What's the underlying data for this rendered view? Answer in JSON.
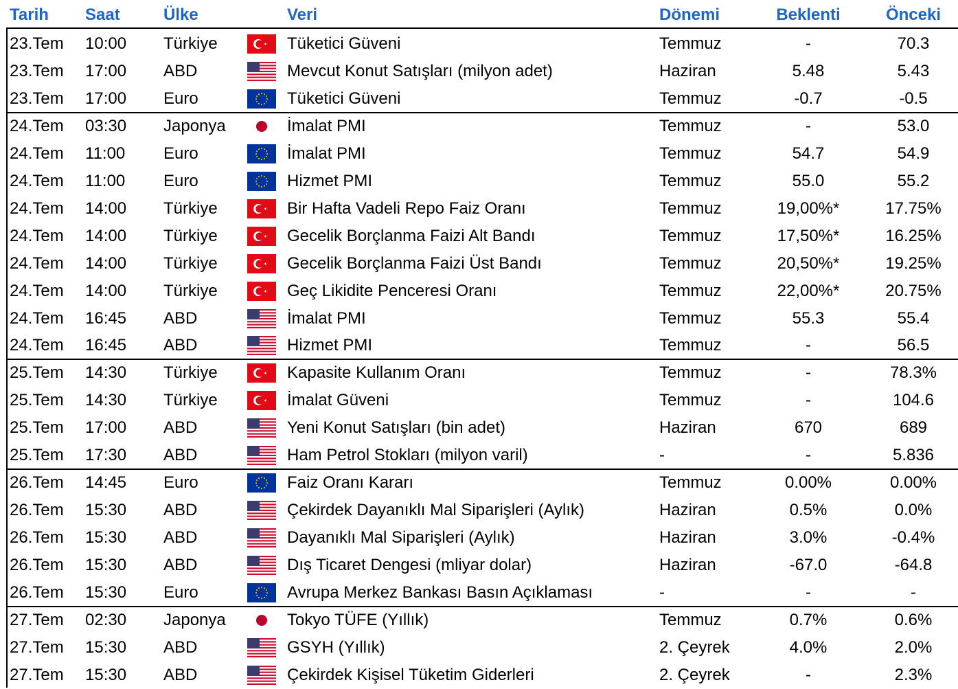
{
  "headers": {
    "date": "Tarih",
    "time": "Saat",
    "country": "Ülke",
    "data": "Veri",
    "period": "Dönemi",
    "expected": "Beklenti",
    "previous": "Önceki"
  },
  "flag_icons": {
    "tr": "turkey-flag-icon",
    "us": "usa-flag-icon",
    "eu": "eu-flag-icon",
    "jp": "japan-flag-icon"
  },
  "colors": {
    "header_text": "#1f66c4",
    "turkey_red": "#e30a17",
    "eu_blue": "#003399",
    "japan_red": "#bc002d"
  },
  "rows": [
    {
      "date": "23.Tem",
      "time": "10:00",
      "country": "Türkiye",
      "flag": "tr",
      "data": "Tüketici Güveni",
      "period": "Temmuz",
      "expected": "-",
      "previous": "70.3"
    },
    {
      "date": "23.Tem",
      "time": "17:00",
      "country": "ABD",
      "flag": "us",
      "data": "Mevcut Konut Satışları (milyon adet)",
      "period": "Haziran",
      "expected": "5.48",
      "previous": "5.43"
    },
    {
      "date": "23.Tem",
      "time": "17:00",
      "country": "Euro",
      "flag": "eu",
      "data": "Tüketici Güveni",
      "period": "Temmuz",
      "expected": "-0.7",
      "previous": "-0.5"
    },
    {
      "date": "24.Tem",
      "time": "03:30",
      "country": "Japonya",
      "flag": "jp",
      "data": "İmalat PMI",
      "period": "Temmuz",
      "expected": "-",
      "previous": "53.0"
    },
    {
      "date": "24.Tem",
      "time": "11:00",
      "country": "Euro",
      "flag": "eu",
      "data": "İmalat PMI",
      "period": "Temmuz",
      "expected": "54.7",
      "previous": "54.9"
    },
    {
      "date": "24.Tem",
      "time": "11:00",
      "country": "Euro",
      "flag": "eu",
      "data": "Hizmet PMI",
      "period": "Temmuz",
      "expected": "55.0",
      "previous": "55.2"
    },
    {
      "date": "24.Tem",
      "time": "14:00",
      "country": "Türkiye",
      "flag": "tr",
      "data": "Bir Hafta Vadeli Repo Faiz Oranı",
      "period": "Temmuz",
      "expected": "19,00%*",
      "previous": "17.75%"
    },
    {
      "date": "24.Tem",
      "time": "14:00",
      "country": "Türkiye",
      "flag": "tr",
      "data": "Gecelik Borçlanma Faizi Alt Bandı",
      "period": "Temmuz",
      "expected": "17,50%*",
      "previous": "16.25%"
    },
    {
      "date": "24.Tem",
      "time": "14:00",
      "country": "Türkiye",
      "flag": "tr",
      "data": "Gecelik Borçlanma Faizi Üst Bandı",
      "period": "Temmuz",
      "expected": "20,50%*",
      "previous": "19.25%"
    },
    {
      "date": "24.Tem",
      "time": "14:00",
      "country": "Türkiye",
      "flag": "tr",
      "data": "Geç Likidite Penceresi Oranı",
      "period": "Temmuz",
      "expected": "22,00%*",
      "previous": "20.75%"
    },
    {
      "date": "24.Tem",
      "time": "16:45",
      "country": "ABD",
      "flag": "us",
      "data": "İmalat PMI",
      "period": "Temmuz",
      "expected": "55.3",
      "previous": "55.4"
    },
    {
      "date": "24.Tem",
      "time": "16:45",
      "country": "ABD",
      "flag": "us",
      "data": "Hizmet PMI",
      "period": "Temmuz",
      "expected": "-",
      "previous": "56.5"
    },
    {
      "date": "25.Tem",
      "time": "14:30",
      "country": "Türkiye",
      "flag": "tr",
      "data": "Kapasite Kullanım Oranı",
      "period": "Temmuz",
      "expected": "-",
      "previous": "78.3%"
    },
    {
      "date": "25.Tem",
      "time": "14:30",
      "country": "Türkiye",
      "flag": "tr",
      "data": "İmalat Güveni",
      "period": "Temmuz",
      "expected": "-",
      "previous": "104.6"
    },
    {
      "date": "25.Tem",
      "time": "17:00",
      "country": "ABD",
      "flag": "us",
      "data": "Yeni Konut Satışları (bin adet)",
      "period": "Haziran",
      "expected": "670",
      "previous": "689"
    },
    {
      "date": "25.Tem",
      "time": "17:30",
      "country": "ABD",
      "flag": "us",
      "data": "Ham Petrol Stokları (milyon varil)",
      "period": "-",
      "expected": "-",
      "previous": "5.836"
    },
    {
      "date": "26.Tem",
      "time": "14:45",
      "country": "Euro",
      "flag": "eu",
      "data": "Faiz Oranı Kararı",
      "period": "Temmuz",
      "expected": "0.00%",
      "previous": "0.00%"
    },
    {
      "date": "26.Tem",
      "time": "15:30",
      "country": "ABD",
      "flag": "us",
      "data": "Çekirdek Dayanıklı Mal Siparişleri (Aylık)",
      "period": "Haziran",
      "expected": "0.5%",
      "previous": "0.0%"
    },
    {
      "date": "26.Tem",
      "time": "15:30",
      "country": "ABD",
      "flag": "us",
      "data": "Dayanıklı Mal Siparişleri (Aylık)",
      "period": "Haziran",
      "expected": "3.0%",
      "previous": "-0.4%"
    },
    {
      "date": "26.Tem",
      "time": "15:30",
      "country": "ABD",
      "flag": "us",
      "data": "Dış Ticaret Dengesi (mliyar dolar)",
      "period": "Haziran",
      "expected": "-67.0",
      "previous": "-64.8"
    },
    {
      "date": "26.Tem",
      "time": "15:30",
      "country": "Euro",
      "flag": "eu",
      "data": "Avrupa Merkez Bankası Basın Açıklaması",
      "period": "-",
      "expected": "-",
      "previous": "-"
    },
    {
      "date": "27.Tem",
      "time": "02:30",
      "country": "Japonya",
      "flag": "jp",
      "data": "Tokyo TÜFE (Yıllık)",
      "period": "Temmuz",
      "expected": "0.7%",
      "previous": "0.6%"
    },
    {
      "date": "27.Tem",
      "time": "15:30",
      "country": "ABD",
      "flag": "us",
      "data": "GSYH (Yıllık)",
      "period": "2. Çeyrek",
      "expected": "4.0%",
      "previous": "2.0%"
    },
    {
      "date": "27.Tem",
      "time": "15:30",
      "country": "ABD",
      "flag": "us",
      "data": "Çekirdek Kişisel Tüketim Giderleri",
      "period": "2. Çeyrek",
      "expected": "-",
      "previous": "2.3%"
    }
  ]
}
